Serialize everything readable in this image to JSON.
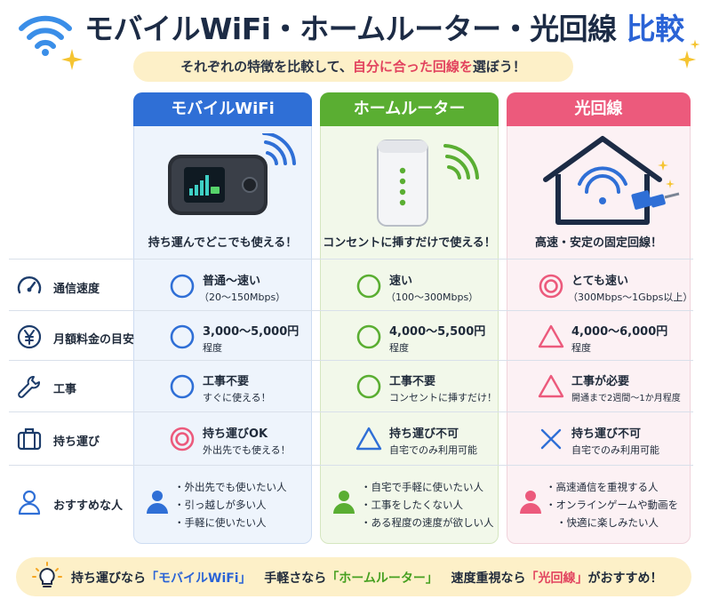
{
  "title": {
    "main": "モバイルWiFi・ホームルーター・光回線",
    "highlight": "比較"
  },
  "subtitle": {
    "before": "それぞれの特徴を比較して、",
    "highlight": "自分に合った回線を",
    "after": "選ぼう！"
  },
  "columns": [
    {
      "name": "モバイルWiFi",
      "caption": "持ち運んでどこでも使える！",
      "color": "#2f6fd6"
    },
    {
      "name": "ホームルーター",
      "caption": "コンセントに挿すだけで使える！",
      "color": "#5aae32"
    },
    {
      "name": "光回線",
      "caption": "高速・安定の固定回線！",
      "color": "#ec5a7c"
    }
  ],
  "rows": [
    {
      "label": "通信速度",
      "icon": "speedometer-icon",
      "cells": [
        {
          "symbol": "circle",
          "main": "普通〜速い",
          "sub": "（20〜150Mbps）"
        },
        {
          "symbol": "circle",
          "main": "速い",
          "sub": "（100〜300Mbps）"
        },
        {
          "symbol": "double-circle",
          "main": "とても速い",
          "sub": "（300Mbps〜1Gbps以上）"
        }
      ]
    },
    {
      "label": "月額料金の目安",
      "icon": "yen-icon",
      "cells": [
        {
          "symbol": "circle",
          "main": "3,000〜5,000円",
          "sub": "程度"
        },
        {
          "symbol": "circle",
          "main": "4,000〜5,500円",
          "sub": "程度"
        },
        {
          "symbol": "triangle",
          "main": "4,000〜6,000円",
          "sub": "程度"
        }
      ]
    },
    {
      "label": "工事",
      "icon": "wrench-icon",
      "cells": [
        {
          "symbol": "circle",
          "main": "工事不要",
          "sub": "すぐに使える！"
        },
        {
          "symbol": "circle",
          "main": "工事不要",
          "sub": "コンセントに挿すだけ！"
        },
        {
          "symbol": "triangle",
          "main": "工事が必要",
          "sub": "開通まで2週間〜1か月程度"
        }
      ]
    },
    {
      "label": "持ち運び",
      "icon": "suitcase-icon",
      "cells": [
        {
          "symbol": "double-circle",
          "main": "持ち運びOK",
          "sub": "外出先でも使える！"
        },
        {
          "symbol": "triangle",
          "main": "持ち運び不可",
          "sub": "自宅でのみ利用可能"
        },
        {
          "symbol": "cross",
          "main": "持ち運び不可",
          "sub": "自宅でのみ利用可能"
        }
      ]
    }
  ],
  "recommend": {
    "label": "おすすめな人",
    "icon": "person-icon",
    "lists": [
      [
        "外出先でも使いたい人",
        "引っ越しが多い人",
        "手軽に使いたい人"
      ],
      [
        "自宅で手軽に使いたい人",
        "工事をしたくない人",
        "ある程度の速度が欲しい人"
      ],
      [
        "高速通信を重視する人",
        "オンラインゲームや動画を",
        "快適に楽しみたい人"
      ]
    ]
  },
  "footer": {
    "p1": "持ち運びなら",
    "o1": "「モバイルWiFi」",
    "p2": "手軽さなら",
    "o2": "「ホームルーター」",
    "p3": "速度重視なら",
    "o3": "「光回線」",
    "p4": "がおすすめ！"
  },
  "colors": {
    "blue": "#2f6fd6",
    "green": "#5aae32",
    "pink": "#ec5a7c",
    "navy": "#1c2b45",
    "cream": "#fdf0c8"
  }
}
